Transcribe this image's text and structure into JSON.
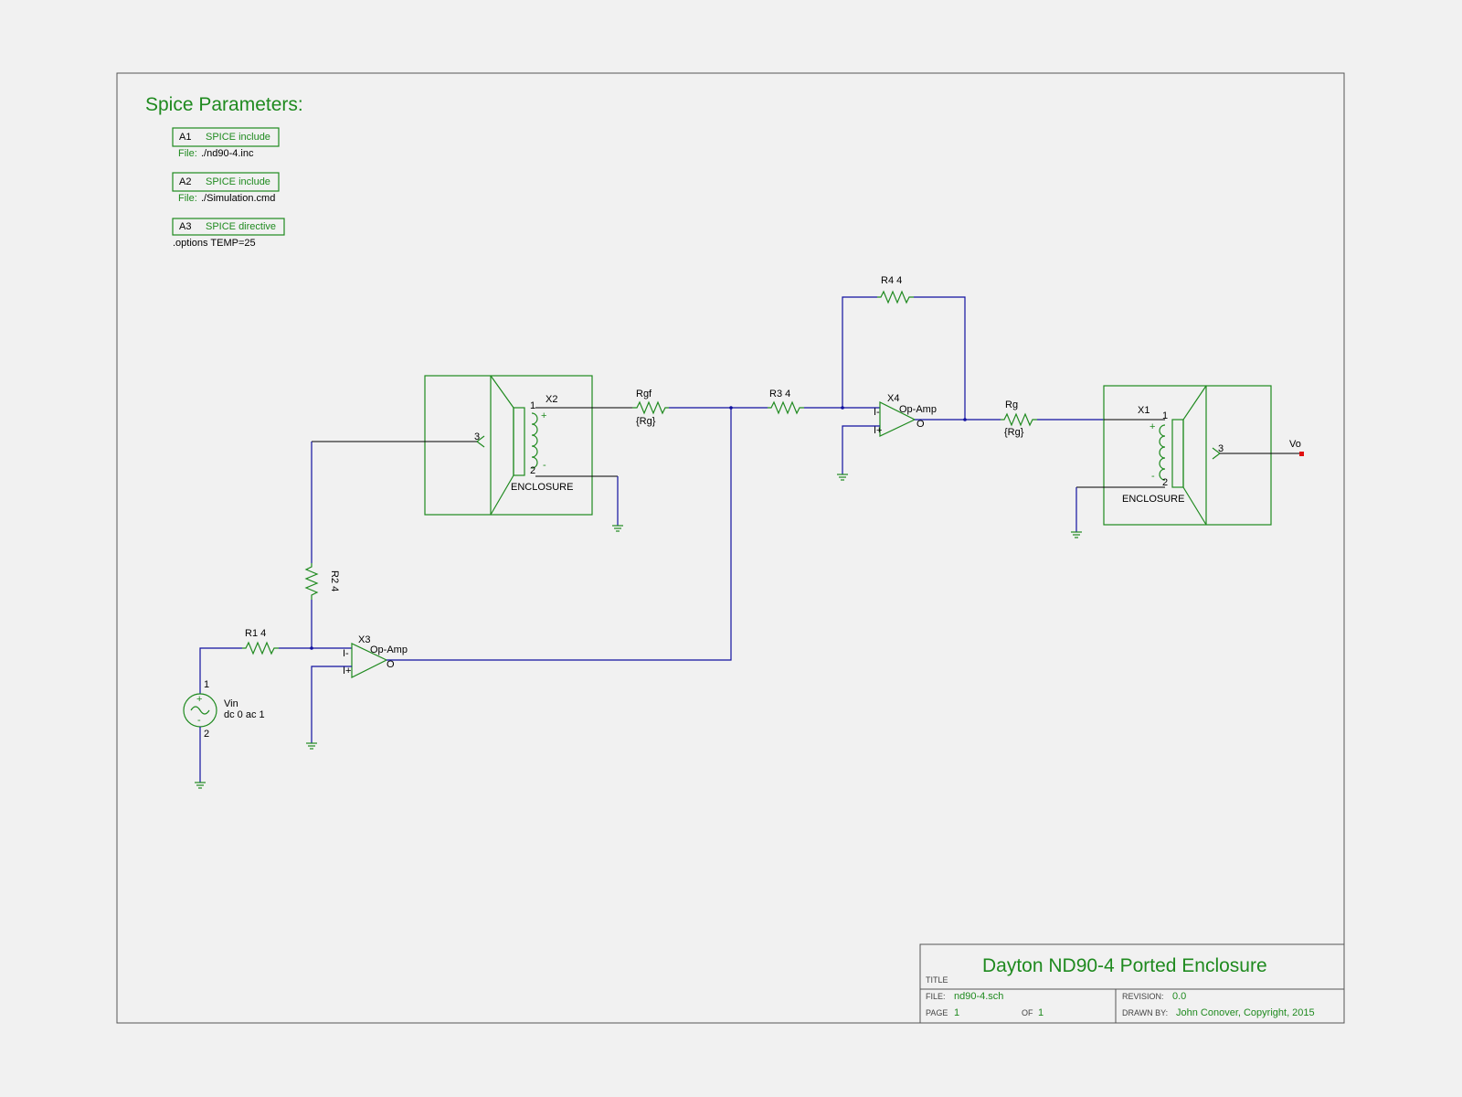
{
  "spice_heading": "Spice Parameters:",
  "blocks": [
    {
      "id": "A1",
      "kind": "SPICE include",
      "file_label": "File:",
      "file": "./nd90-4.inc"
    },
    {
      "id": "A2",
      "kind": "SPICE include",
      "file_label": "File:",
      "file": "./Simulation.cmd"
    },
    {
      "id": "A3",
      "kind": "SPICE directive",
      "text": ".options TEMP=25"
    }
  ],
  "components": {
    "x2": {
      "ref": "X2",
      "label": "ENCLOSURE",
      "pin1": "1",
      "pin2": "2",
      "pin3": "3",
      "plus": "+",
      "minus": "-"
    },
    "x1": {
      "ref": "X1",
      "label": "ENCLOSURE",
      "pin1": "1",
      "pin2": "2",
      "pin3": "3",
      "plus": "+",
      "minus": "-"
    },
    "rgf": {
      "ref": "Rgf",
      "value": "{Rg}"
    },
    "rg": {
      "ref": "Rg",
      "value": "{Rg}"
    },
    "r3": {
      "label": "R3  4"
    },
    "r4": {
      "label": "R4  4"
    },
    "r1": {
      "label": "R1  4"
    },
    "r2": {
      "label": "R2 4"
    },
    "x4": {
      "ref": "X4",
      "type": "Op-Amp",
      "inv": "I-",
      "noninv": "I+",
      "out": "O"
    },
    "x3": {
      "ref": "X3",
      "type": "Op-Amp",
      "inv": "I-",
      "noninv": "I+",
      "out": "O"
    },
    "vin": {
      "ref": "Vin",
      "value": "dc 0 ac 1",
      "pin1": "1",
      "pin2": "2",
      "plus": "+",
      "minus": "-"
    },
    "vo": {
      "label": "Vo"
    }
  },
  "title_block": {
    "title": "Dayton ND90-4 Ported Enclosure",
    "title_label": "TITLE",
    "file_label": "FILE:",
    "file": "nd90-4.sch",
    "revision_label": "REVISION:",
    "revision": "0.0",
    "page_label": "PAGE",
    "page": "1",
    "of_label": "OF",
    "of": "1",
    "drawn_label": "DRAWN BY:",
    "drawn_by": "John Conover, Copyright, 2015"
  },
  "colors": {
    "wire": "#1010a0",
    "part": "#1f8a1f",
    "background": "#f1f1f1",
    "port": "#e01010"
  }
}
